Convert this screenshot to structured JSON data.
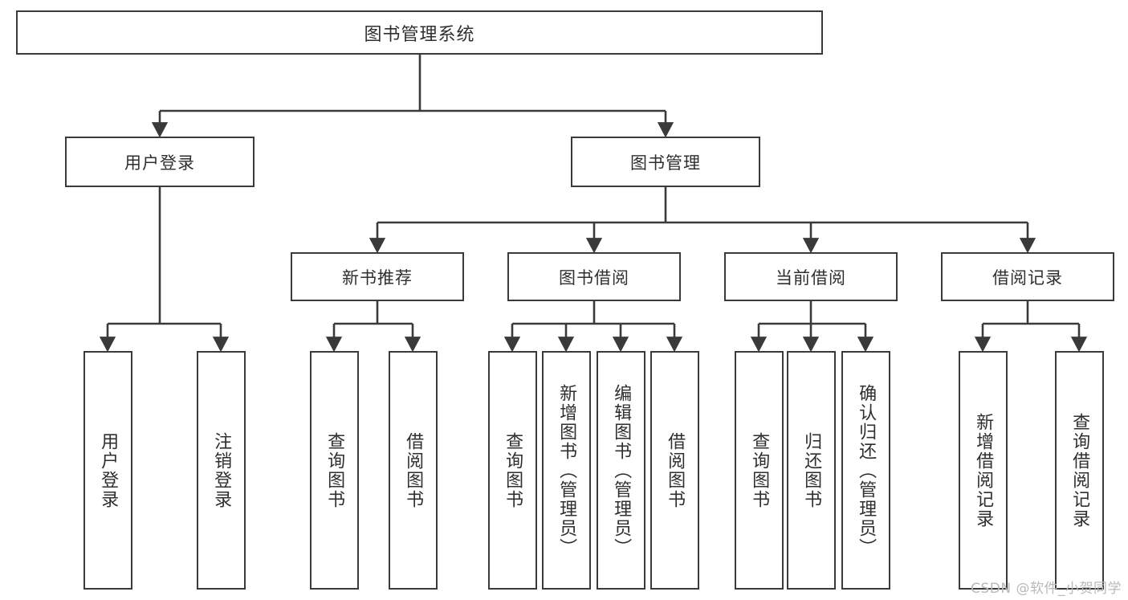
{
  "diagram": {
    "title": "图书管理系统",
    "type": "hierarchy-tree",
    "watermark": "CSDN @软件_小贺同学",
    "colors": {
      "border": "#3a3a3a",
      "text": "#2f2f2f",
      "background": "#ffffff",
      "watermark": "#b9b9b9"
    },
    "levels": {
      "level1": [
        {
          "id": "root",
          "label": "图书管理系统"
        }
      ],
      "level2": [
        {
          "id": "user-login",
          "label": "用户登录"
        },
        {
          "id": "book-manage",
          "label": "图书管理"
        }
      ],
      "level3": [
        {
          "id": "new-book-rec",
          "label": "新书推荐",
          "parent": "book-manage"
        },
        {
          "id": "book-borrow",
          "label": "图书借阅",
          "parent": "book-manage"
        },
        {
          "id": "current-borrow",
          "label": "当前借阅",
          "parent": "book-manage"
        },
        {
          "id": "borrow-record",
          "label": "借阅记录",
          "parent": "book-manage"
        }
      ],
      "level4": [
        {
          "id": "leaf-user-login",
          "label": "用户登录",
          "parent": "user-login"
        },
        {
          "id": "leaf-logout",
          "label": "注销登录",
          "parent": "user-login"
        },
        {
          "id": "leaf-query-book-1",
          "label": "查询图书",
          "parent": "new-book-rec"
        },
        {
          "id": "leaf-borrow-book-1",
          "label": "借阅图书",
          "parent": "new-book-rec"
        },
        {
          "id": "leaf-query-book-2",
          "label": "查询图书",
          "parent": "book-borrow"
        },
        {
          "id": "leaf-add-book",
          "label": "新增图书（管理员）",
          "parent": "book-borrow"
        },
        {
          "id": "leaf-edit-book",
          "label": "编辑图书（管理员）",
          "parent": "book-borrow"
        },
        {
          "id": "leaf-borrow-book-2",
          "label": "借阅图书",
          "parent": "book-borrow"
        },
        {
          "id": "leaf-query-book-3",
          "label": "查询图书",
          "parent": "current-borrow"
        },
        {
          "id": "leaf-return-book",
          "label": "归还图书",
          "parent": "current-borrow"
        },
        {
          "id": "leaf-confirm-return",
          "label": "确认归还（管理员）",
          "parent": "current-borrow"
        },
        {
          "id": "leaf-add-record",
          "label": "新增借阅记录",
          "parent": "borrow-record"
        },
        {
          "id": "leaf-query-record",
          "label": "查询借阅记录",
          "parent": "borrow-record"
        }
      ]
    }
  }
}
